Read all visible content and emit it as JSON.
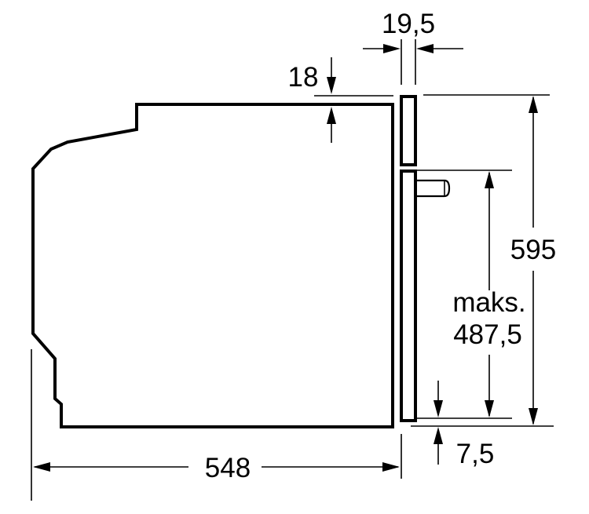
{
  "dimensions": {
    "depth": "548",
    "height": "595",
    "niche_height_line1": "maks.",
    "niche_height_line2": "487,5",
    "top_gap": "18",
    "front_thickness": "19,5",
    "bottom_gap": "7,5"
  }
}
